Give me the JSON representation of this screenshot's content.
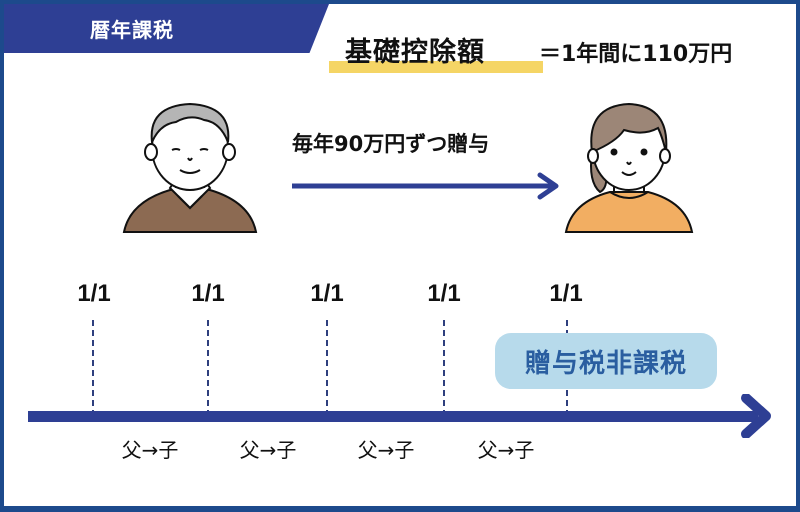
{
  "header": {
    "tab_label": "暦年課税",
    "deduction_title": "基礎控除額",
    "deduction_value": "＝1年間に110万円"
  },
  "people": {
    "giver": {
      "role": "父",
      "icon": "grandfather-avatar-icon",
      "sweater_color": "#8c6a52",
      "hair_color": "#b5b5b5"
    },
    "receiver": {
      "role": "子",
      "icon": "woman-avatar-icon",
      "shirt_color": "#f2ae62",
      "hair_color": "#9c8677"
    }
  },
  "gift": {
    "text": "毎年90万円ずつ贈与",
    "arrow_color": "#2e3f94"
  },
  "timeline": {
    "dates": [
      "1/1",
      "1/1",
      "1/1",
      "1/1",
      "1/1"
    ],
    "transfers": [
      "父→子",
      "父→子",
      "父→子",
      "父→子"
    ],
    "result_badge": "贈与税非課税",
    "axis_color": "#2e3f94"
  },
  "colors": {
    "frame": "#1d4a8c",
    "tab": "#2e3f94",
    "highlight": "#f5d565",
    "badge_bg": "#b7daeb",
    "badge_text": "#2a5ea0"
  }
}
